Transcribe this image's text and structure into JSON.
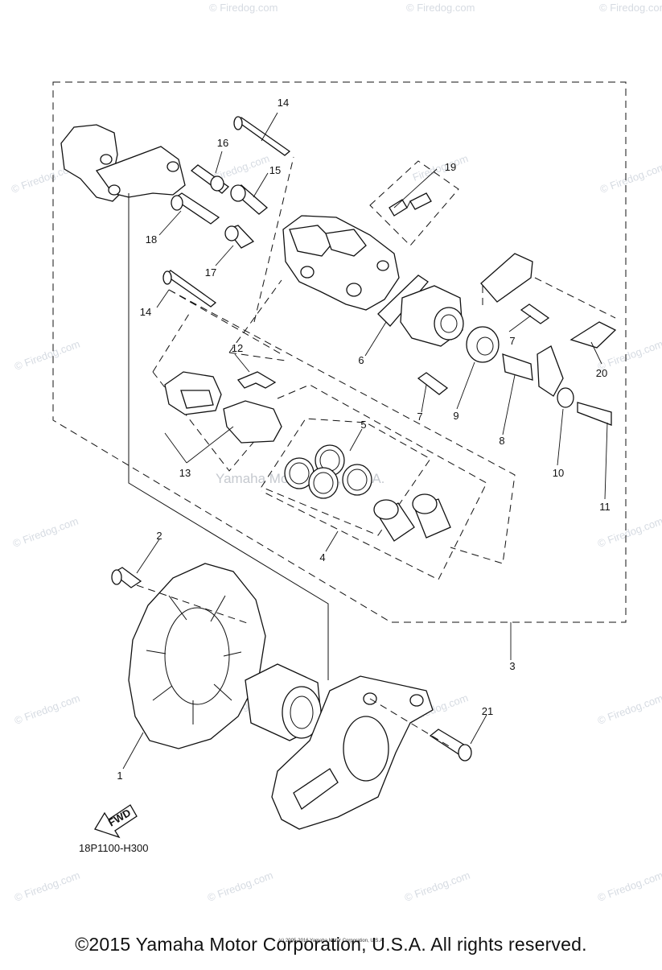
{
  "callouts": {
    "p1": "1",
    "p2": "2",
    "p3": "3",
    "p4": "4",
    "p5": "5",
    "p6": "6",
    "p7a": "7",
    "p7b": "7",
    "p8": "8",
    "p9": "9",
    "p10": "10",
    "p11": "11",
    "p12": "12",
    "p13": "13",
    "p14a": "14",
    "p14b": "14",
    "p15": "15",
    "p16": "16",
    "p17": "17",
    "p18": "18",
    "p19": "19",
    "p20": "20",
    "p21": "21"
  },
  "fwd_label": "FWD",
  "diagram_code": "18P1100-H300",
  "watermark_text": "© Firedog.com",
  "watermark_brand": "Firedog.com",
  "center_watermark": "Yamaha Motor Corp, U.S.A.",
  "tiny_notice": "(c) 2005-2016 Yamaha Motor Corporation, U.S.A.",
  "copyright": "©2015 Yamaha Motor Corporation, U.S.A. All rights reserved."
}
